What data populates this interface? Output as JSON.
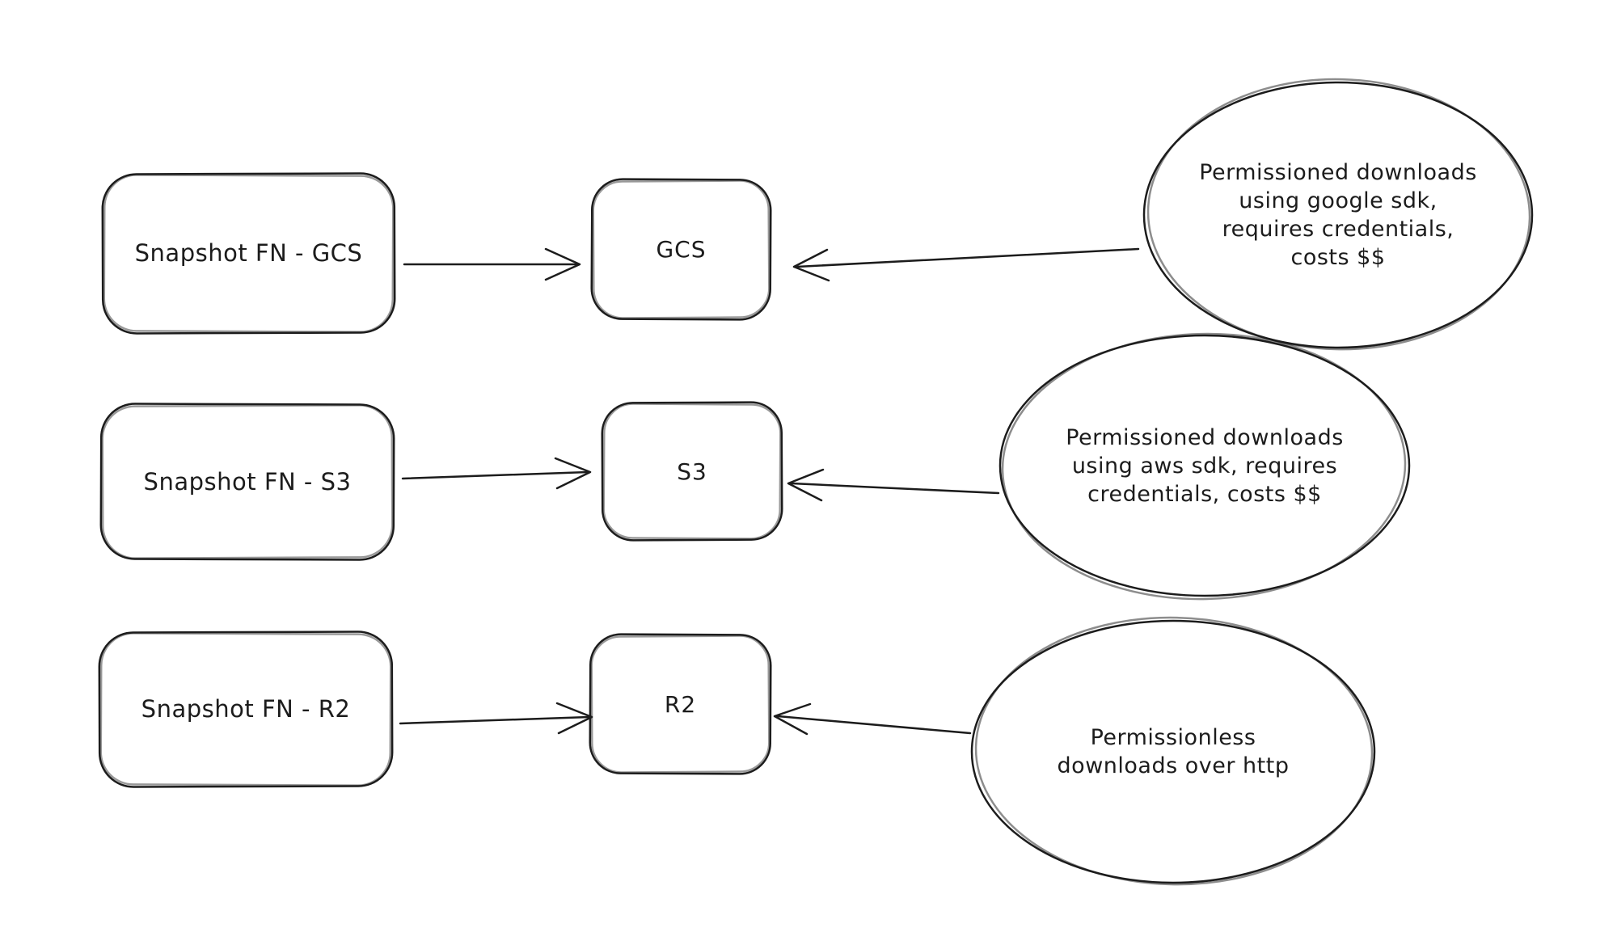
{
  "canvas": {
    "background": "#ffffff",
    "stroke_color": "#1c1c1c"
  },
  "nodes": {
    "snapshot_gcs": {
      "label": "Snapshot FN - GCS",
      "shape": "rounded-rectangle"
    },
    "gcs": {
      "label": "GCS",
      "shape": "rounded-rectangle"
    },
    "snapshot_s3": {
      "label": "Snapshot FN - S3",
      "shape": "rounded-rectangle"
    },
    "s3": {
      "label": "S3",
      "shape": "rounded-rectangle"
    },
    "snapshot_r2": {
      "label": "Snapshot FN - R2",
      "shape": "rounded-rectangle"
    },
    "r2": {
      "label": "R2",
      "shape": "rounded-rectangle"
    }
  },
  "notes": {
    "gcs_note": {
      "shape": "ellipse",
      "text": "Permissioned downloads\nusing google sdk,\nrequires credentials,\ncosts $$"
    },
    "s3_note": {
      "shape": "ellipse",
      "text": "Permissioned downloads\nusing aws sdk, requires\ncredentials, costs $$"
    },
    "r2_note": {
      "shape": "ellipse",
      "text": "Permissionless\ndownloads over http"
    }
  },
  "edges": [
    {
      "from": "snapshot_gcs",
      "to": "gcs",
      "style": "arrow"
    },
    {
      "from": "gcs_note",
      "to": "gcs",
      "style": "arrow"
    },
    {
      "from": "snapshot_s3",
      "to": "s3",
      "style": "arrow"
    },
    {
      "from": "s3_note",
      "to": "s3",
      "style": "arrow"
    },
    {
      "from": "snapshot_r2",
      "to": "r2",
      "style": "arrow"
    },
    {
      "from": "r2_note",
      "to": "r2",
      "style": "arrow"
    }
  ]
}
